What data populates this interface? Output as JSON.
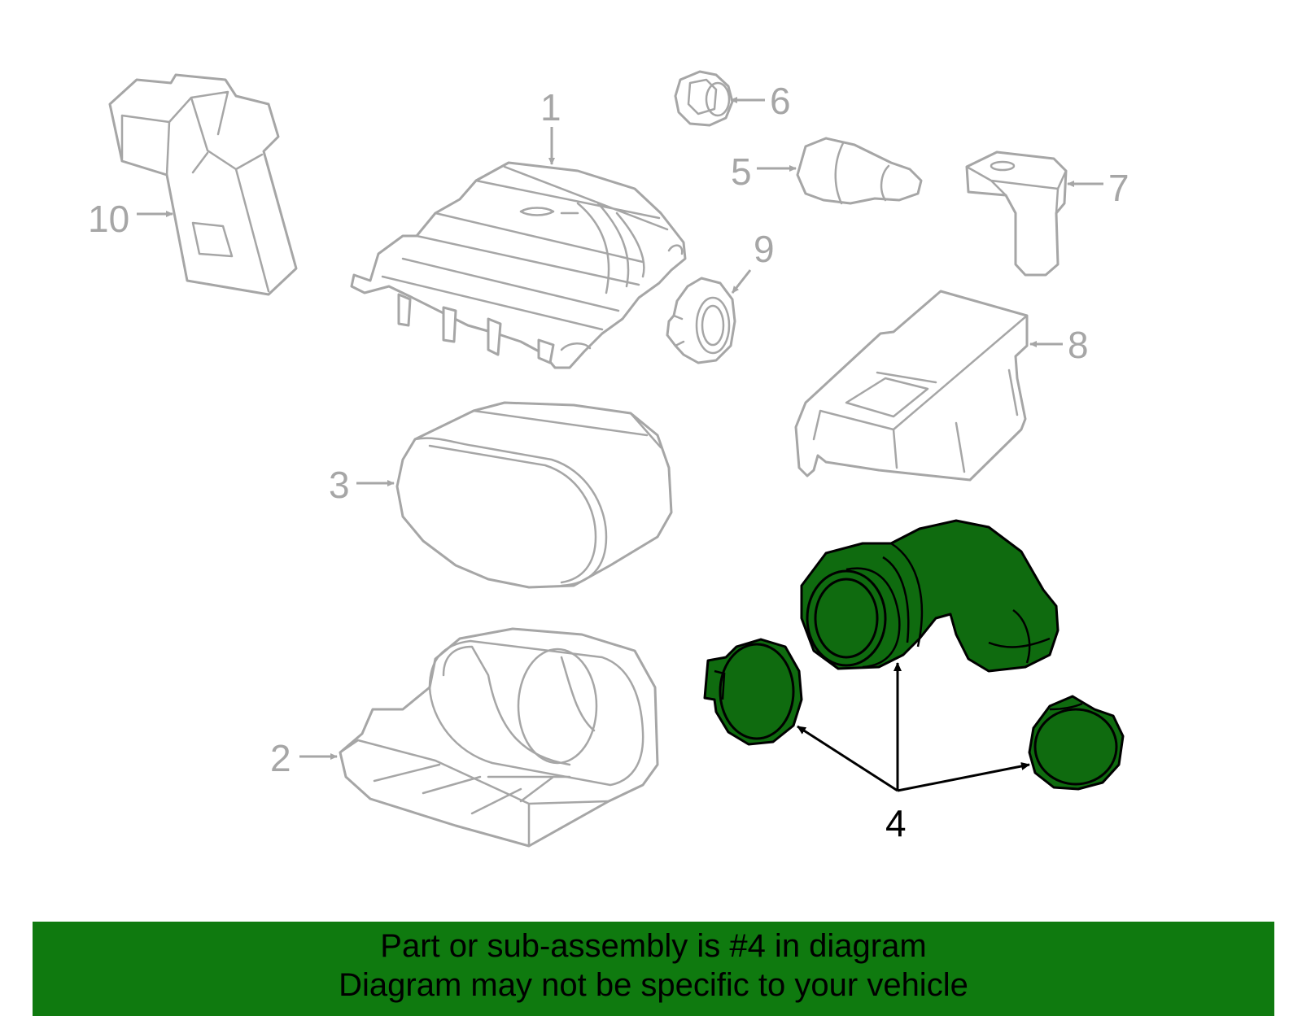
{
  "colors": {
    "highlight": "#0f6b0f",
    "banner_background": "#0f7a0f",
    "part_outline": "#a6a6a6",
    "text": "#000000"
  },
  "callouts": {
    "c1": "1",
    "c2": "2",
    "c3": "3",
    "c4": "4",
    "c5": "5",
    "c6": "6",
    "c7": "7",
    "c8": "8",
    "c9": "9",
    "c10": "10"
  },
  "highlighted_part": "4",
  "banner": {
    "line1": "Part or sub-assembly is #4 in diagram",
    "line2": "Diagram may not be specific to your vehicle"
  }
}
